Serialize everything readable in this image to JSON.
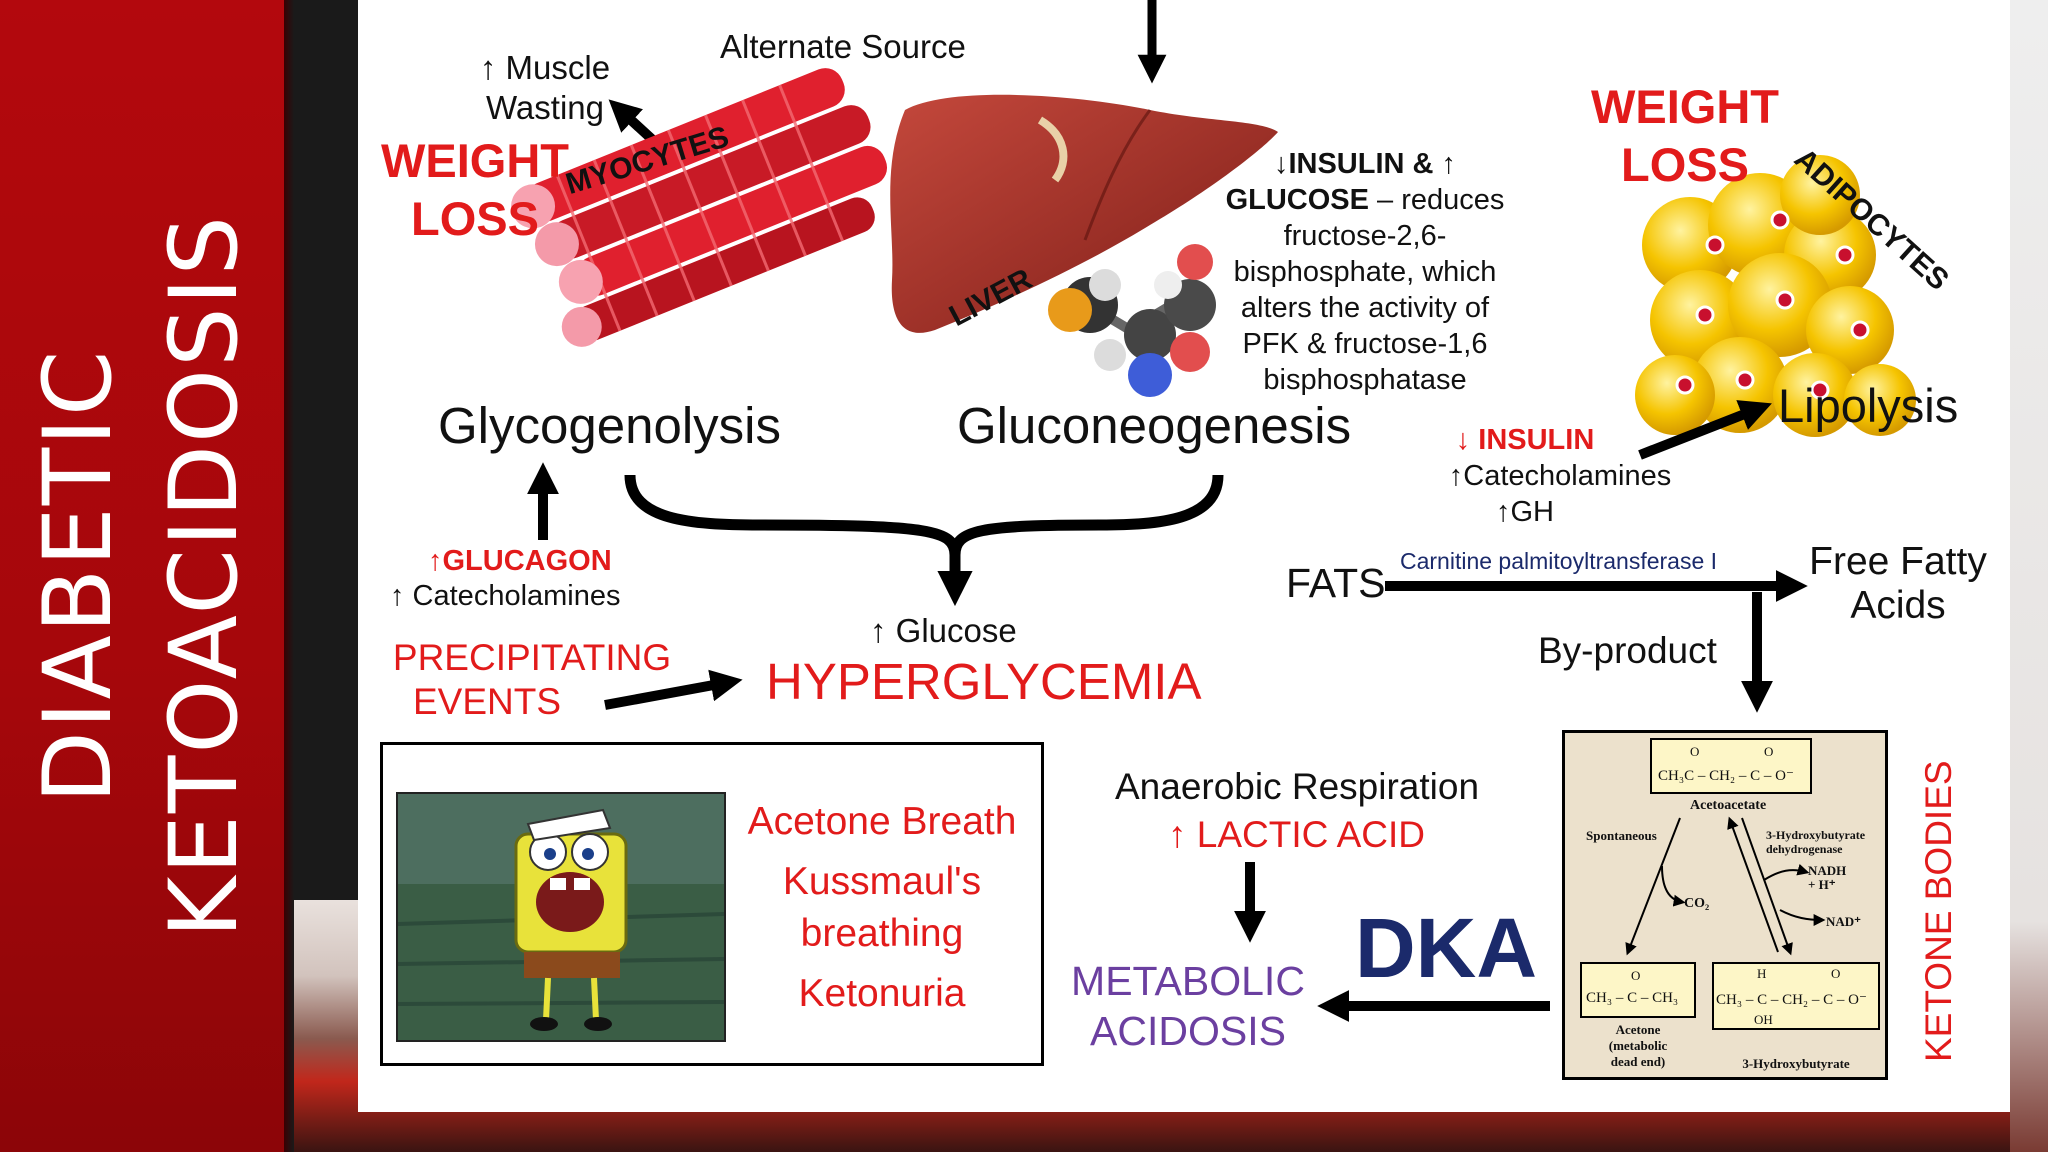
{
  "slide": {
    "title_line1": "DIABETIC",
    "title_line2": "KETOACIDOSIS"
  },
  "diagram": {
    "alternate_source": "Alternate Source",
    "muscle_wasting_line1": "↑ Muscle",
    "muscle_wasting_line2": "Wasting",
    "weight_loss_left_line1": "WEIGHT",
    "weight_loss_left_line2": "LOSS",
    "myocytes": "MYOCYTES",
    "liver": "LIVER",
    "insulin_glucose_note": {
      "line1": "↓INSULIN & ↑",
      "line2_bold": "GLUCOSE",
      "line2_rest": " – reduces",
      "line3": "fructose-2,6-",
      "line4": "bisphosphate, which",
      "line5": "alters the activity of",
      "line6": "PFK & fructose-1,6",
      "line7": "bisphosphatase"
    },
    "weight_loss_right_line1": "WEIGHT",
    "weight_loss_right_line2": "LOSS",
    "adipocytes": "ADIPOCYTES",
    "lipolysis": "Lipolysis",
    "glycogenolysis": "Glycogenolysis",
    "gluconeogenesis": "Gluconeogenesis",
    "lipolysis_drivers": {
      "insulin": "↓ INSULIN",
      "catecholamines": "↑Catecholamines",
      "gh": "↑GH"
    },
    "glucagon": "↑GLUCAGON",
    "catecholamines_left": "↑ Catecholamines",
    "glucose_up": "↑ Glucose",
    "hyperglycemia": "HYPERGLYCEMIA",
    "precipitating_line1": "PRECIPITATING",
    "precipitating_line2": "EVENTS",
    "fats": "FATS",
    "cpt1": "Carnitine palmitoyltransferase I",
    "ffa_line1": "Free Fatty",
    "ffa_line2": "Acids",
    "byproduct": "By-product",
    "anaerobic": "Anaerobic Respiration",
    "lactic_acid": "↑ LACTIC ACID",
    "dka": "DKA",
    "metabolic_line1": "METABOLIC",
    "metabolic_line2": "ACIDOSIS",
    "ketone_bodies": "KETONE BODIES",
    "symptoms": {
      "acetone_breath": "Acetone Breath",
      "kussmaul_line1": "Kussmaul's",
      "kussmaul_line2": "breathing",
      "ketonuria": "Ketonuria"
    }
  },
  "ketone_figure": {
    "acetoacetate_formula": "CH₃C – CH₂ – C – O⁻",
    "acetoacetate_label": "Acetoacetate",
    "spontaneous": "Spontaneous",
    "co2": "CO₂",
    "enzyme_line1": "3-Hydroxybutyrate",
    "enzyme_line2": "dehydrogenase",
    "nadh_line1": "NADH",
    "nadh_line2": "+ H⁺",
    "nad": "NAD⁺",
    "acetone_formula": "CH₃ – C – CH₃",
    "acetone_label_line1": "Acetone",
    "acetone_label_line2": "(metabolic",
    "acetone_label_line3": "dead end)",
    "hydroxy_formula": "CH₃ – C – CH₂ – C – O⁻",
    "hydroxy_oh": "OH",
    "hydroxy_label": "3-Hydroxybutyrate",
    "o_mark": "O",
    "h_mark": "H"
  },
  "colors": {
    "sidebar_red": "#b3080d",
    "accent_red": "#e21b1b",
    "purple": "#6b3fa0",
    "navy": "#1b2a6b",
    "liver": "#a8332a",
    "fat_yellow": "#f5c400",
    "muscle_red": "#e0202e"
  }
}
